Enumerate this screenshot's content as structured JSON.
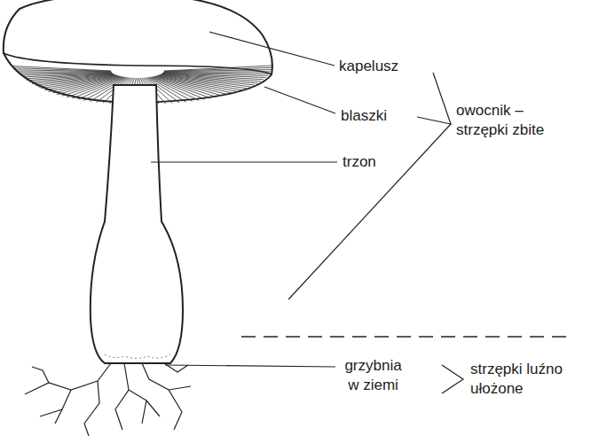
{
  "diagram": {
    "labels": [
      "kapelusz",
      "blaszki",
      "trzon",
      "owocnik – strzępki zbite",
      "grzybnia w ziemi",
      "strzępki luźno ułożone"
    ]
  }
}
